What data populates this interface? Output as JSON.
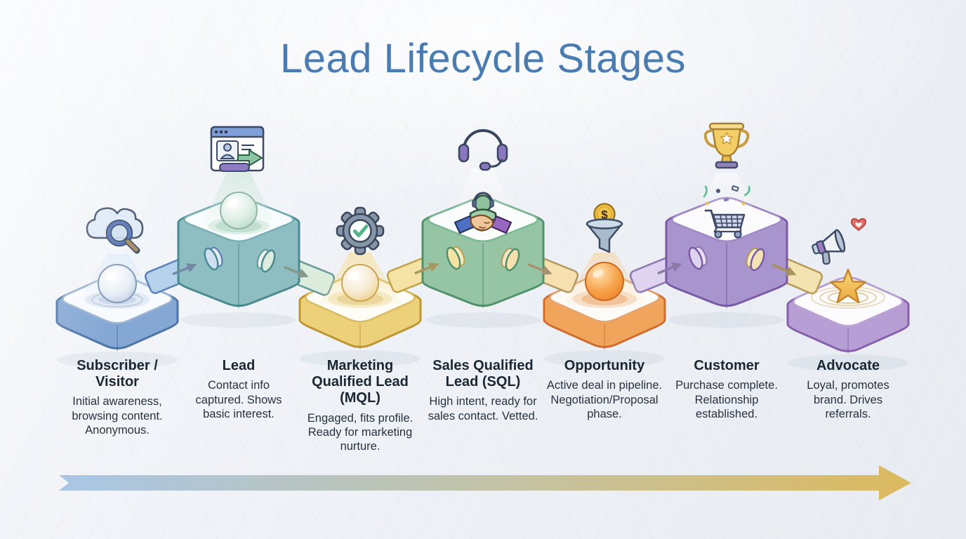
{
  "title": "Lead Lifecycle Stages",
  "colors": {
    "title_text": "#4a7cb2",
    "background": "#eef1f6",
    "heading_text": "#1b2633",
    "body_text": "#28323f"
  },
  "flow_arrow": {
    "direction": "left-to-right",
    "start_color": "#a9c6e6",
    "end_color": "#dcba5e"
  },
  "coin": {
    "symbol": "$"
  },
  "stages": [
    {
      "name": "Subscriber / Visitor",
      "description": "Initial awareness, browsing content. Anonymous.",
      "icon": "cloud-search-icon",
      "platform_color": "#84a7d3"
    },
    {
      "name": "Lead",
      "description": "Contact info captured. Shows basic interest.",
      "icon": "contact-capture-window-icon",
      "platform_color": "#8ebdc2"
    },
    {
      "name": "Marketing Qualified Lead (MQL)",
      "description": "Engaged, fits profile. Ready for marketing nurture.",
      "icon": "gear-check-icon",
      "platform_color": "#ecd07a"
    },
    {
      "name": "Sales Qualified Lead (SQL)",
      "description": "High intent, ready for sales contact. Vetted.",
      "icon": "headset-handshake-icon",
      "platform_color": "#95c5a5"
    },
    {
      "name": "Opportunity",
      "description": "Active deal in pipeline. Negotiation/Proposal phase.",
      "icon": "funnel-dollar-icon",
      "platform_color": "#f0a45c"
    },
    {
      "name": "Customer",
      "description": "Purchase complete. Relationship established.",
      "icon": "trophy-cart-icon",
      "platform_color": "#a995cd"
    },
    {
      "name": "Advocate",
      "description": "Loyal, promotes brand. Drives referrals.",
      "icon": "megaphone-heart-star-icon",
      "platform_color": "#b79ed5"
    }
  ]
}
